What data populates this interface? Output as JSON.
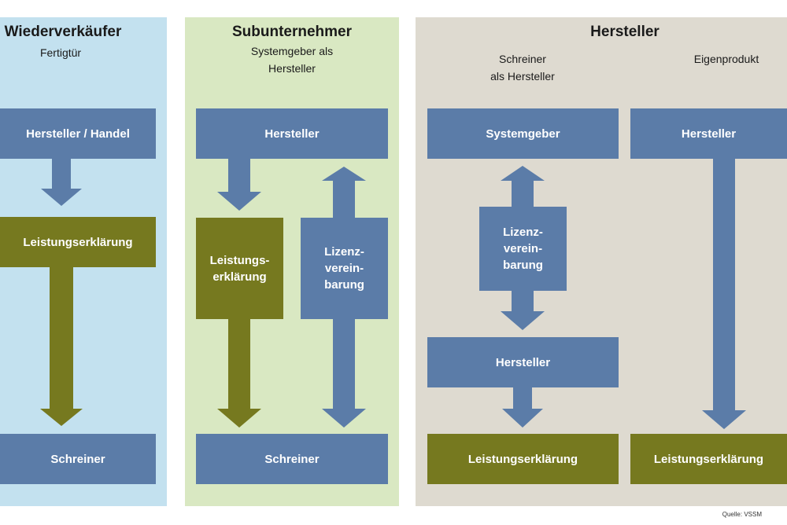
{
  "colors": {
    "panel_reseller": "#c3e1ef",
    "panel_subcontractor": "#d9e8c2",
    "panel_manufacturer": "#dedad0",
    "blue_box": "#5b7ca8",
    "olive_box": "#76791f"
  },
  "panels": {
    "wiederverkaeufer": {
      "title": "Wiederverkäufer",
      "subtitle": "Fertigtür",
      "box_top": "Hersteller / Handel",
      "box_middle": "Leistungserklärung",
      "box_bottom": "Schreiner"
    },
    "subunternehmer": {
      "title": "Subunternehmer",
      "subtitle": "Systemgeber als\nHersteller",
      "box_top": "Hersteller",
      "box_left": "Leistungs-\nerklärung",
      "box_right": "Lizenz-\nverein-\nbarung",
      "box_bottom": "Schreiner"
    },
    "hersteller": {
      "title": "Hersteller",
      "col1_subtitle": "Schreiner\nals Hersteller",
      "col2_subtitle": "Eigenprodukt",
      "col1_box_top": "Systemgeber",
      "col1_box_license": "Lizenz-\nverein-\nbarung",
      "col1_box_manufacturer": "Hersteller",
      "col1_box_bottom": "Leistungserklärung",
      "col2_box_top": "Hersteller",
      "col2_box_bottom": "Leistungserklärung"
    }
  },
  "source": "Quelle: VSSM"
}
